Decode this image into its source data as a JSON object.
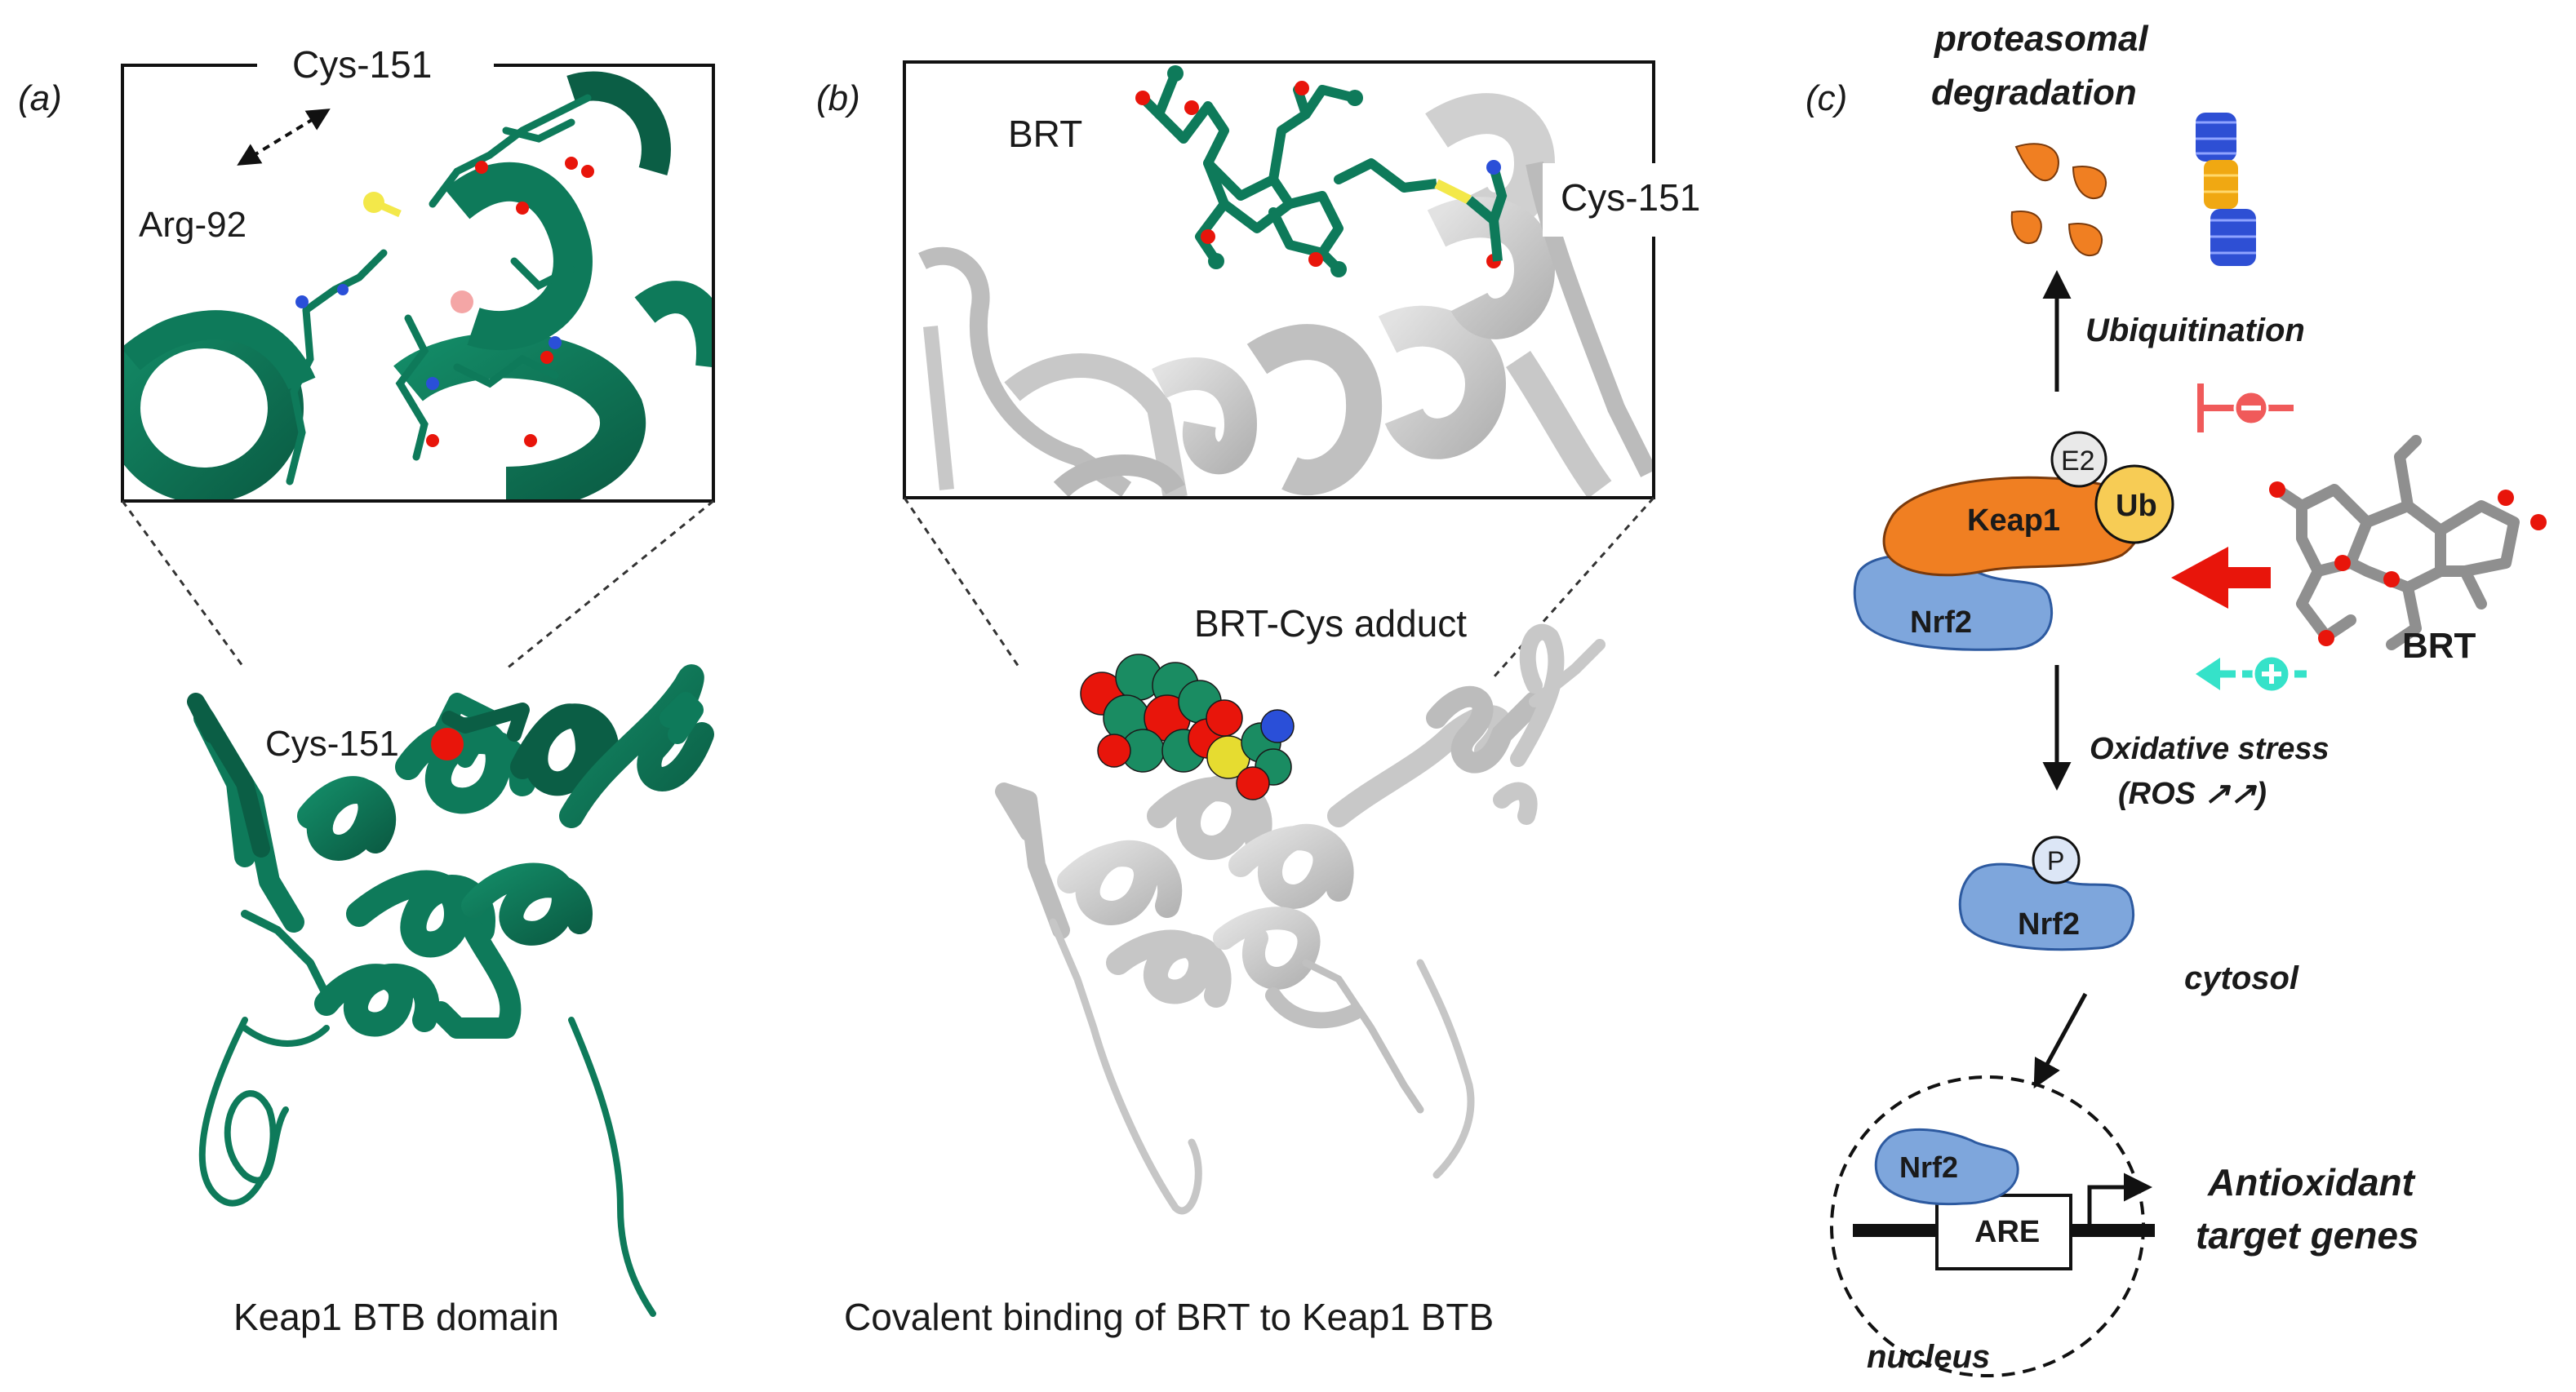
{
  "colors": {
    "teal": "#0e7a5a",
    "teal_dark": "#0a5f46",
    "grey_ribbon": "#c8c8c8",
    "grey_dark": "#9a9a9a",
    "red": "#e8150b",
    "keap1_orange": "#f07f22",
    "nrf2_blue": "#7ea6dc",
    "ub_yellow": "#f7cc55",
    "cyan": "#35e2c9",
    "pink_red": "#f05a5a"
  },
  "panel_a": {
    "letter": "(a)",
    "inset_label_cys": "Cys-151",
    "inset_label_arg": "Arg-92",
    "site_label": "Cys-151",
    "caption": "Keap1 BTB domain"
  },
  "panel_b": {
    "letter": "(b)",
    "inset_label_brt": "BRT",
    "inset_label_cys": "Cys-151",
    "adduct_label": "BRT-Cys adduct",
    "caption": "Covalent binding of BRT to Keap1 BTB"
  },
  "panel_c": {
    "letter": "(c)",
    "degradation_line1": "proteasomal",
    "degradation_line2": "degradation",
    "ubiquitination": "Ubiquitination",
    "e2": "E2",
    "ub": "Ub",
    "keap1": "Keap1",
    "nrf2": "Nrf2",
    "brt": "BRT",
    "stress_line1": "Oxidative stress",
    "stress_line2": "(ROS ↗↗)",
    "p": "P",
    "cytosol": "cytosol",
    "are": "ARE",
    "target_line1": "Antioxidant",
    "target_line2": "target genes",
    "nucleus": "nucleus"
  },
  "icons": [
    "dashed-double-arrow-icon",
    "inhibit-symbol-icon",
    "activate-symbol-icon",
    "red-arrow-icon",
    "transcription-start-arrow-icon"
  ]
}
